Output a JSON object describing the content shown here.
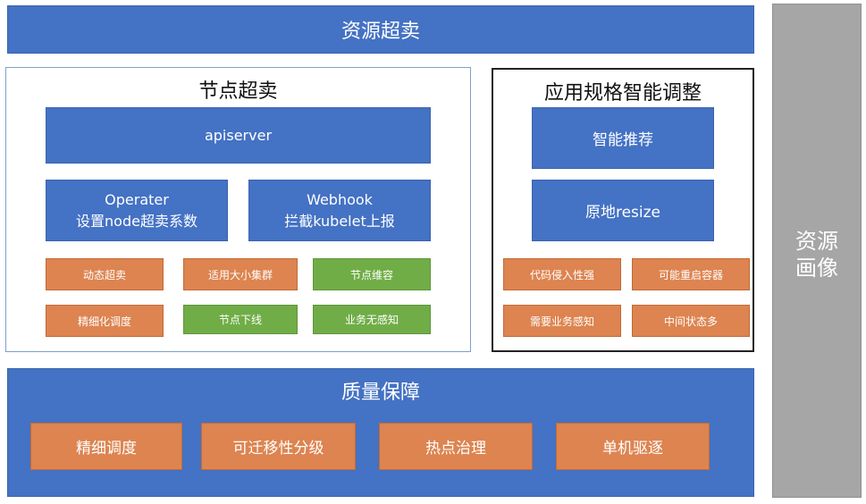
{
  "top_banner": {
    "label": "资源超卖"
  },
  "node_section": {
    "title": "节点超卖",
    "apiserver": "apiserver",
    "operater": {
      "line1": "Operater",
      "line2": "设置node超卖系数"
    },
    "webhook": {
      "line1": "Webhook",
      "line2": "拦截kubelet上报"
    },
    "tags": [
      {
        "label": "动态超卖",
        "color": "orange"
      },
      {
        "label": "适用大小集群",
        "color": "orange"
      },
      {
        "label": "节点维容",
        "color": "green"
      },
      {
        "label": "精细化调度",
        "color": "orange"
      },
      {
        "label": "节点下线",
        "color": "green"
      },
      {
        "label": "业务无感知",
        "color": "green"
      }
    ]
  },
  "app_section": {
    "title": "应用规格智能调整",
    "recommend": "智能推荐",
    "resize": "原地resize",
    "tags": [
      {
        "label": "代码侵入性强",
        "color": "orange"
      },
      {
        "label": "可能重启容器",
        "color": "orange"
      },
      {
        "label": "需要业务感知",
        "color": "orange"
      },
      {
        "label": "中间状态多",
        "color": "orange"
      }
    ]
  },
  "quality_section": {
    "title": "质量保障",
    "items": [
      "精细调度",
      "可迁移性分级",
      "热点治理",
      "单机驱逐"
    ]
  },
  "side_bar": {
    "label_line1": "资源",
    "label_line2": "画像"
  },
  "colors": {
    "blue": "#4472c4",
    "orange": "#dd8450",
    "green": "#70ad47",
    "gray": "#a6a6a6"
  }
}
